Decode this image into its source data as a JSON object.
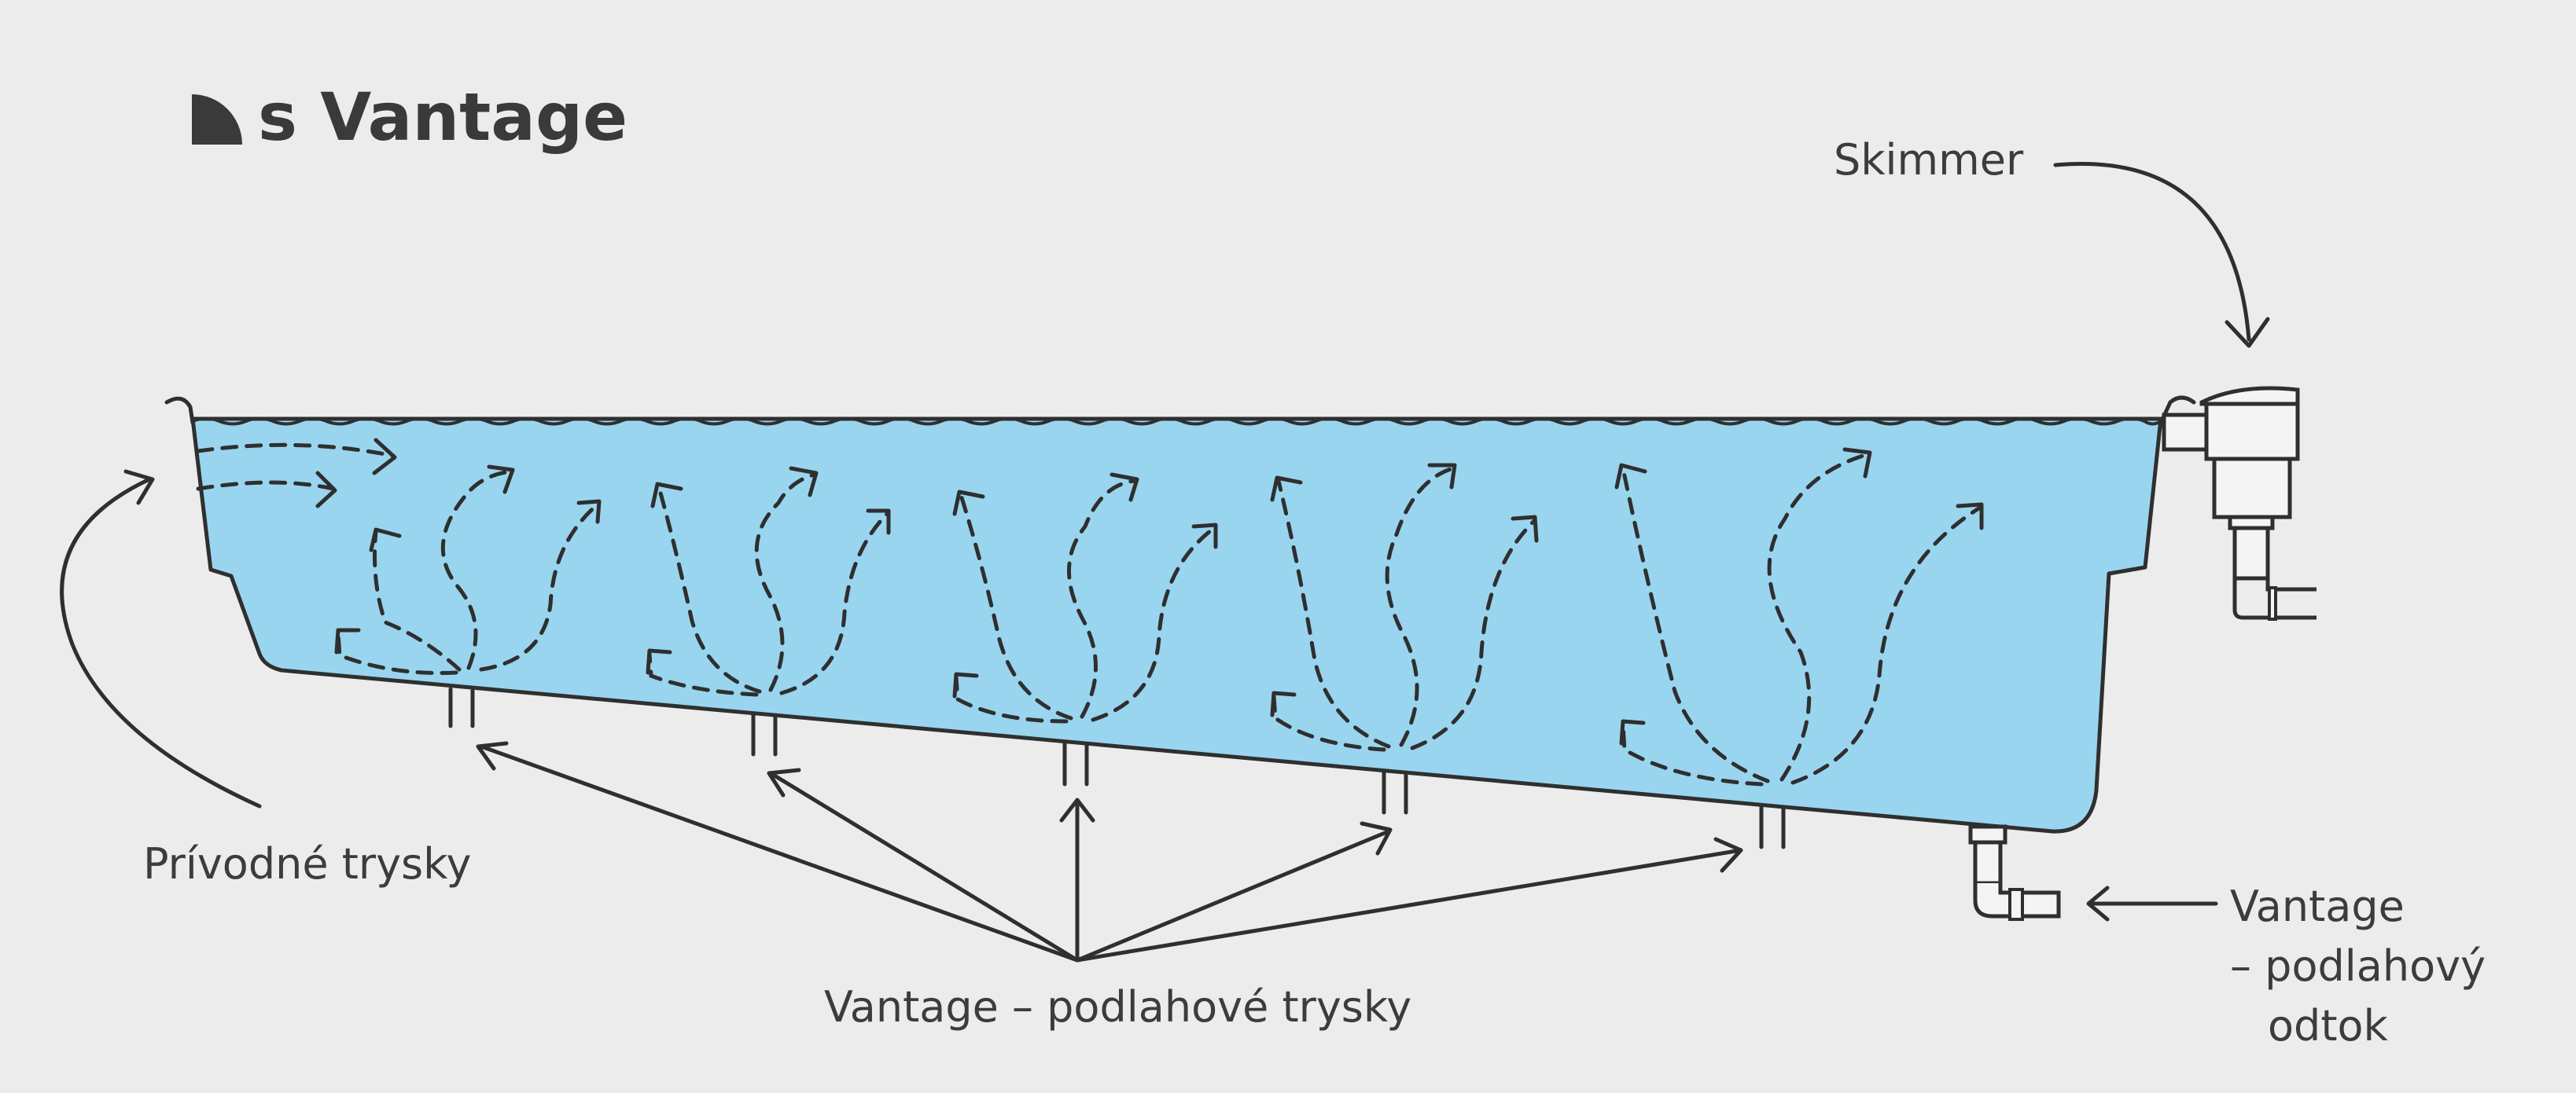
{
  "title": {
    "text": "s Vantage",
    "icon": "quarter-circle-logo-icon"
  },
  "labels": {
    "skimmer": "Skimmer",
    "inlet_jets": "Prívodné trysky",
    "floor_jets": "Vantage – podlahové trysky",
    "floor_drain_line1": "Vantage",
    "floor_drain_line2": "– podlahový",
    "floor_drain_line3": "odtok"
  },
  "colors": {
    "background": "#ececec",
    "water": "#99d5ef",
    "ink": "#2f2f2f",
    "pipe": "#f4f4f4"
  }
}
